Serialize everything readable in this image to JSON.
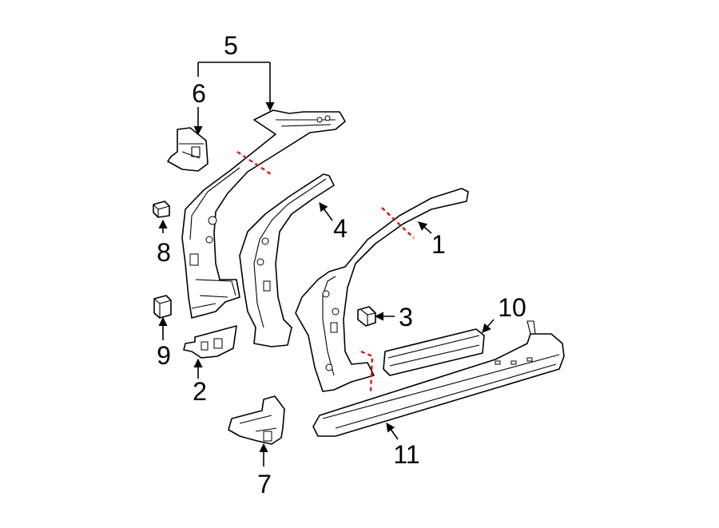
{
  "diagram": {
    "callouts": [
      {
        "id": "c1",
        "label": "1"
      },
      {
        "id": "c2",
        "label": "2"
      },
      {
        "id": "c3",
        "label": "3"
      },
      {
        "id": "c4",
        "label": "4"
      },
      {
        "id": "c5",
        "label": "5"
      },
      {
        "id": "c6",
        "label": "6"
      },
      {
        "id": "c7",
        "label": "7"
      },
      {
        "id": "c8",
        "label": "8"
      },
      {
        "id": "c9",
        "label": "9"
      },
      {
        "id": "c10",
        "label": "10"
      },
      {
        "id": "c11",
        "label": "11"
      }
    ],
    "colors": {
      "line": "#000000",
      "cut_line": "#e00000",
      "background": "#ffffff"
    }
  }
}
